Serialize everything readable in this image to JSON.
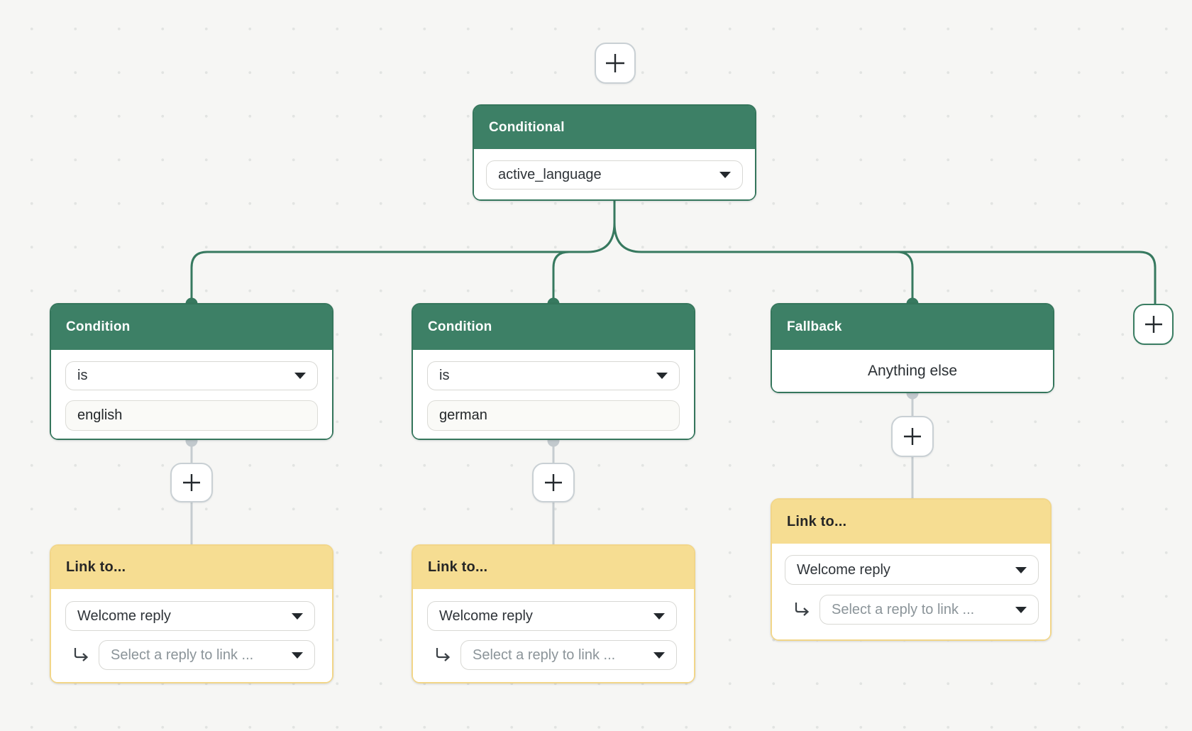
{
  "app": {
    "description_label": "chatbot flow builder canvas"
  },
  "colors": {
    "canvas_bg": "#F6F6F4",
    "grid_dot": "#E2E4E2",
    "node_green": "#3D8066",
    "node_green_border": "#35765C",
    "edge_green": "#37795F",
    "node_yellow_header": "#F6DD92",
    "node_yellow_border": "#F2D689",
    "edge_gray": "#C5CCD0",
    "text_dark": "#23272A",
    "text_placeholder": "#8B9499"
  },
  "icons": {
    "plus": "plus-icon",
    "caret": "caret-down-icon",
    "reply_arrow": "reply-link-arrow-icon"
  },
  "nodes": {
    "conditional": {
      "title": "Conditional",
      "variable_select": {
        "value": "active_language"
      }
    },
    "condition_english": {
      "title": "Condition",
      "operator_select": {
        "value": "is"
      },
      "value_input": {
        "value": "english"
      }
    },
    "condition_german": {
      "title": "Condition",
      "operator_select": {
        "value": "is"
      },
      "value_input": {
        "value": "german"
      }
    },
    "fallback": {
      "title": "Fallback",
      "body_label": "Anything else"
    },
    "link_english": {
      "title": "Link to...",
      "reply_select": {
        "value": "Welcome reply"
      },
      "sub_reply_select": {
        "placeholder": "Select a reply to link ..."
      }
    },
    "link_german": {
      "title": "Link to...",
      "reply_select": {
        "value": "Welcome reply"
      },
      "sub_reply_select": {
        "placeholder": "Select a reply to link ..."
      }
    },
    "link_fallback": {
      "title": "Link to...",
      "reply_select": {
        "value": "Welcome reply"
      },
      "sub_reply_select": {
        "placeholder": "Select a reply to link ..."
      }
    }
  }
}
